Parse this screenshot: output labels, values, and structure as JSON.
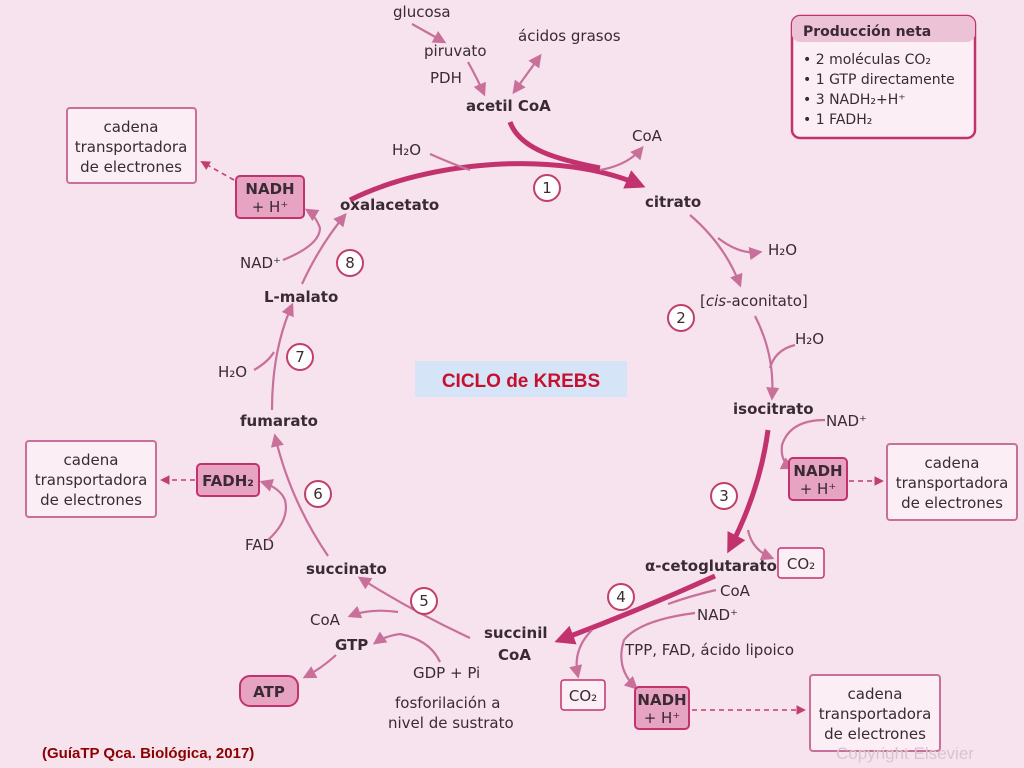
{
  "title": "CICLO de KREBS",
  "caption": "(GuíaTP Qca. Biológica, 2017)",
  "watermark": "Copyright Elsevier",
  "net_production": {
    "heading": "Producción neta",
    "items": [
      "2 moléculas CO₂",
      "1 GTP directamente",
      "3 NADH₂+H⁺",
      "1 FADH₂"
    ]
  },
  "inputs": {
    "glucosa": "glucosa",
    "piruvato": "piruvato",
    "pdh": "PDH",
    "acidos_grasos": "ácidos grasos",
    "acetil_coa": "acetil CoA"
  },
  "metabolites": {
    "citrato": "citrato",
    "cis_prefix": "[",
    "cis_italic": "cis",
    "cis_rest": "-aconitato]",
    "isocitrato": "isocitrato",
    "alfa_ceto": "α-cetoglutarato",
    "succinil_1": "succinil",
    "succinil_2": "CoA",
    "succinato": "succinato",
    "fumarato": "fumarato",
    "l_malato": "L-malato",
    "oxalacetato": "oxalacetato"
  },
  "side": {
    "h2o_1": "H₂O",
    "coa_1": "CoA",
    "h2o_2": "H₂O",
    "h2o_3": "H₂O",
    "nad_3": "NAD⁺",
    "co2_3": "CO₂",
    "coa_4": "CoA",
    "nad_4": "NAD⁺",
    "cofactors_4": "TPP, FAD, ácido lipoico",
    "co2_4": "CO₂",
    "coa_5": "CoA",
    "gtp_5": "GTP",
    "gdp_5": "GDP + Pi",
    "atp": "ATP",
    "fosfo_1": "fosforilación a",
    "fosfo_2": "nivel de sustrato",
    "fad_6": "FAD",
    "h2o_7": "H₂O",
    "nad_8": "NAD⁺"
  },
  "carriers": {
    "nadh_top_1": "NADH",
    "nadh_top_2": "+ H⁺",
    "nadh_right_1": "NADH",
    "nadh_right_2": "+ H⁺",
    "nadh_bottom_1": "NADH",
    "nadh_bottom_2": "+ H⁺",
    "fadh2": "FADH₂"
  },
  "chain": {
    "line1": "cadena",
    "line2": "transportadora",
    "line3": "de electrones"
  },
  "steps": [
    "1",
    "2",
    "3",
    "4",
    "5",
    "6",
    "7",
    "8"
  ],
  "colors": {
    "background": "#f6e3ee",
    "accent": "#c2336e",
    "carrier_fill": "#e7a3c2",
    "title_red": "#c8102e"
  }
}
